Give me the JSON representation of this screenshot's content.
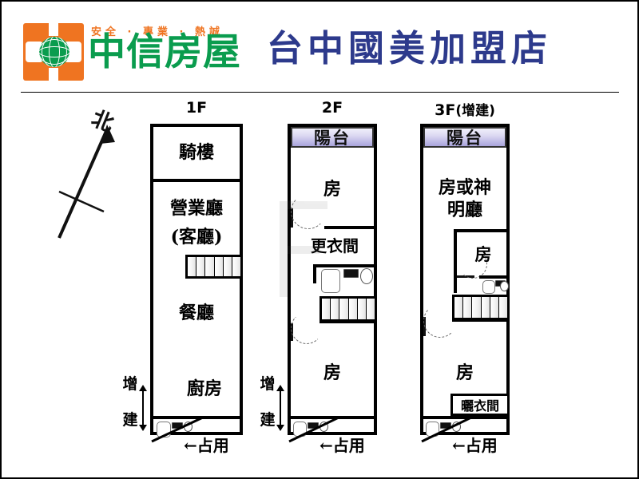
{
  "header": {
    "logo_icon": "zhongxin-house-logo-icon",
    "slogan": "安全 · 專業 · 熱誠",
    "brand": "中信房屋",
    "store_title": "台中國美加盟店",
    "brand_color": "#0a9c4e",
    "logo_color": "#ef7421",
    "title_color": "#2d3a8c"
  },
  "compass": {
    "label": "北",
    "icon": "north-arrow-icon"
  },
  "floors": [
    {
      "id": "1f",
      "label": "1F",
      "label_sub": "",
      "rooms": [
        {
          "name": "arcade",
          "text": "騎樓"
        },
        {
          "name": "business-hall",
          "text": "營業廳"
        },
        {
          "name": "living-room",
          "text": "(客廳)"
        },
        {
          "name": "dining-room",
          "text": "餐廳"
        },
        {
          "name": "kitchen",
          "text": "廚房"
        }
      ],
      "extension": "增建",
      "occupied": "←占用",
      "stairs_steps": 6
    },
    {
      "id": "2f",
      "label": "2F",
      "label_sub": "",
      "balcony": "陽台",
      "rooms": [
        {
          "name": "room-upper",
          "text": "房"
        },
        {
          "name": "dressing-room",
          "text": "更衣間"
        },
        {
          "name": "room-lower",
          "text": "房"
        }
      ],
      "extension": "增建",
      "occupied": "←占用",
      "stairs_steps": 6
    },
    {
      "id": "3f",
      "label": "3F",
      "label_sub": "(增建)",
      "balcony": "陽台",
      "rooms": [
        {
          "name": "room-or-shrine",
          "text": "房或神"
        },
        {
          "name": "room-or-shrine-2",
          "text": "明廳"
        },
        {
          "name": "room-middle",
          "text": "房"
        },
        {
          "name": "room-lower",
          "text": "房"
        },
        {
          "name": "laundry-room",
          "text": "曬衣間"
        }
      ],
      "occupied": "←占用",
      "stairs_steps": 6
    }
  ],
  "extension_marks": [
    {
      "name": "extension-1f",
      "text_top": "增",
      "text_bottom": "建"
    },
    {
      "name": "extension-2f",
      "text_top": "增",
      "text_bottom": "建"
    }
  ],
  "colors": {
    "balcony_top": "#f0effa",
    "balcony_bottom": "#a9a4dc",
    "wall": "#000000",
    "background": "#ffffff"
  }
}
